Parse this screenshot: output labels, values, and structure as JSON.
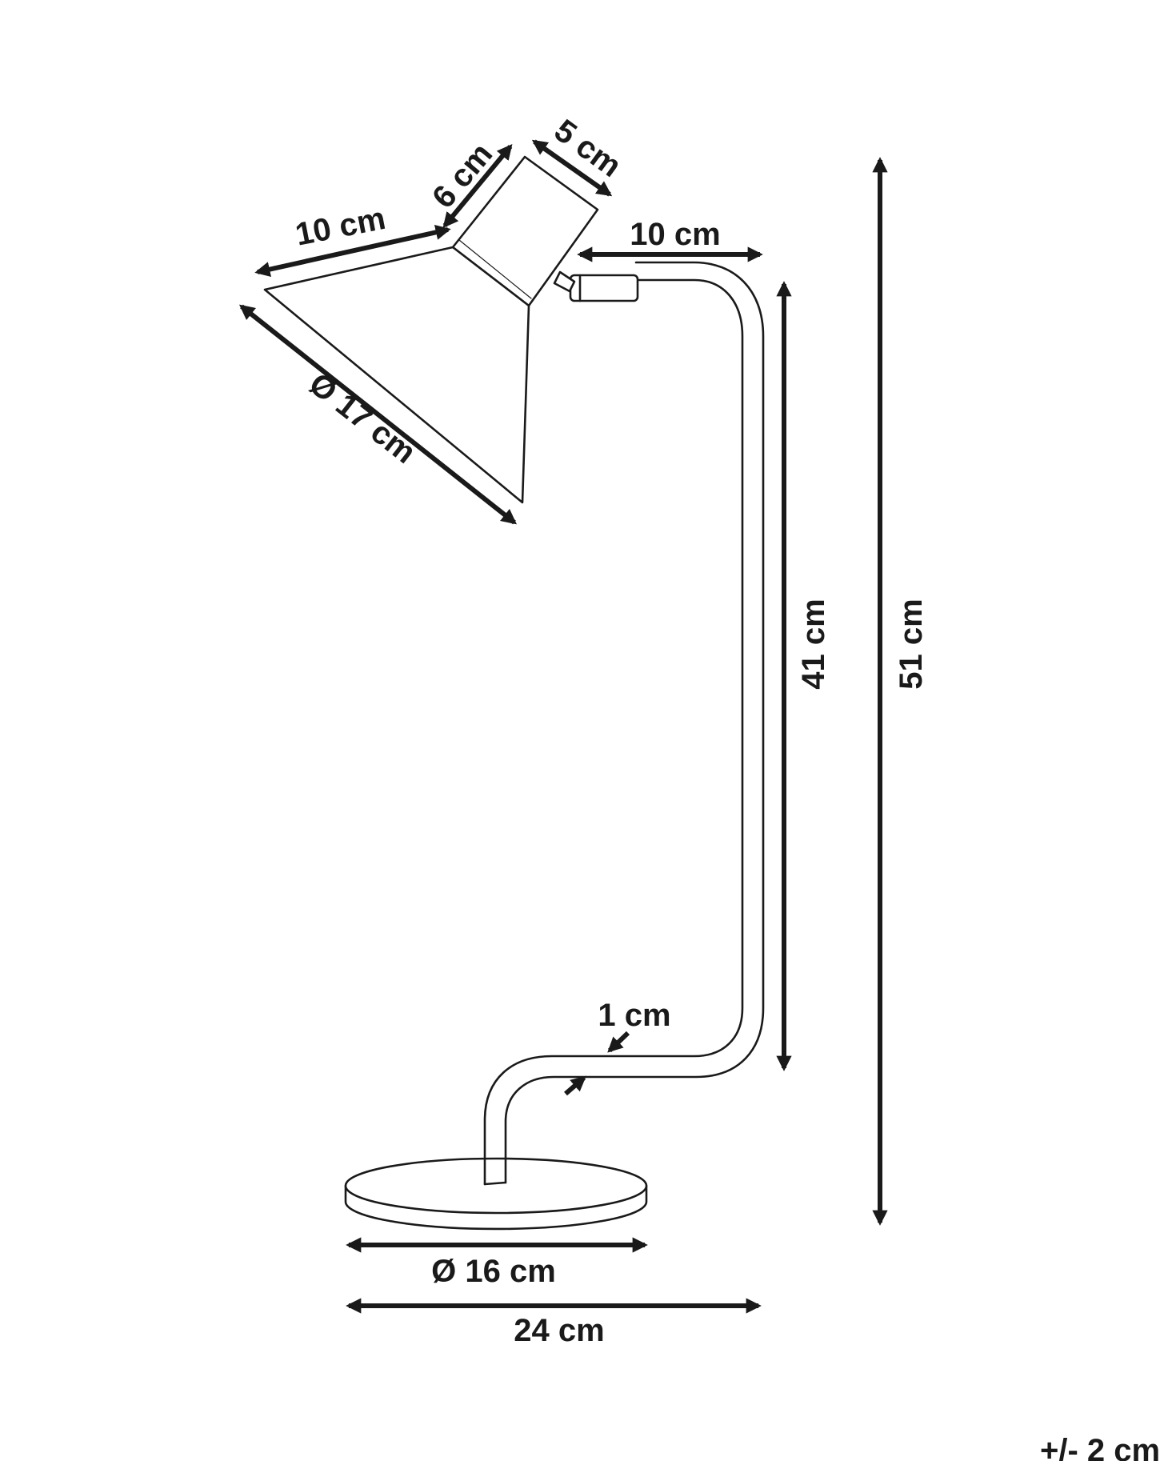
{
  "dimensions": {
    "shade_length": "10 cm",
    "socket_length": "6 cm",
    "socket_diameter": "5 cm",
    "arm_reach": "10 cm",
    "shade_diameter": "Ø 17 cm",
    "stem_height": "41 cm",
    "total_height": "51 cm",
    "stem_thickness": "1 cm",
    "base_diameter": "Ø 16 cm",
    "total_width": "24 cm",
    "tolerance": "+/- 2 cm"
  }
}
